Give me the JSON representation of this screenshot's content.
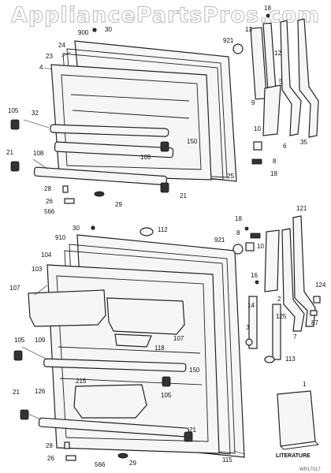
{
  "watermark": "AppliancePartsPros.com",
  "literature_label": "LITERATURE",
  "footer_code": "WR17017",
  "callouts": {
    "c18a": "18",
    "c900": "900",
    "c30a": "30",
    "c24a": "24",
    "c921a": "921",
    "c13": "13",
    "c12": "12",
    "c23": "23",
    "c4": "4",
    "c5": "5",
    "c9a": "9",
    "c105a": "105",
    "c32": "32",
    "c150a": "150",
    "c105b": "105",
    "c10a": "10",
    "c6": "6",
    "c35": "35",
    "c21a": "21",
    "c108": "108",
    "c8a": "8",
    "c25": "25",
    "c18b": "18",
    "c28a": "28",
    "c21b": "21",
    "c26a": "26",
    "c29a": "29",
    "c566a": "566",
    "c18c": "18",
    "c121": "121",
    "c30b": "30",
    "c112": "112",
    "c910": "910",
    "c8b": "8",
    "c921b": "921",
    "c10b": "10",
    "c104": "104",
    "c103": "103",
    "c16": "16",
    "c124": "124",
    "c107a": "107",
    "c14": "14",
    "c2": "2",
    "c87": "87",
    "c3": "3",
    "c125": "125",
    "c7": "7",
    "c107b": "107",
    "c118": "118",
    "c105c": "105",
    "c109": "109",
    "c150b": "150",
    "c113": "113",
    "c215": "215",
    "c105d": "105",
    "c21c": "21",
    "c126": "126",
    "c1": "1",
    "c21d": "21",
    "c28b": "28",
    "c26b": "26",
    "c29b": "29",
    "c566b": "566",
    "c115": "115"
  }
}
